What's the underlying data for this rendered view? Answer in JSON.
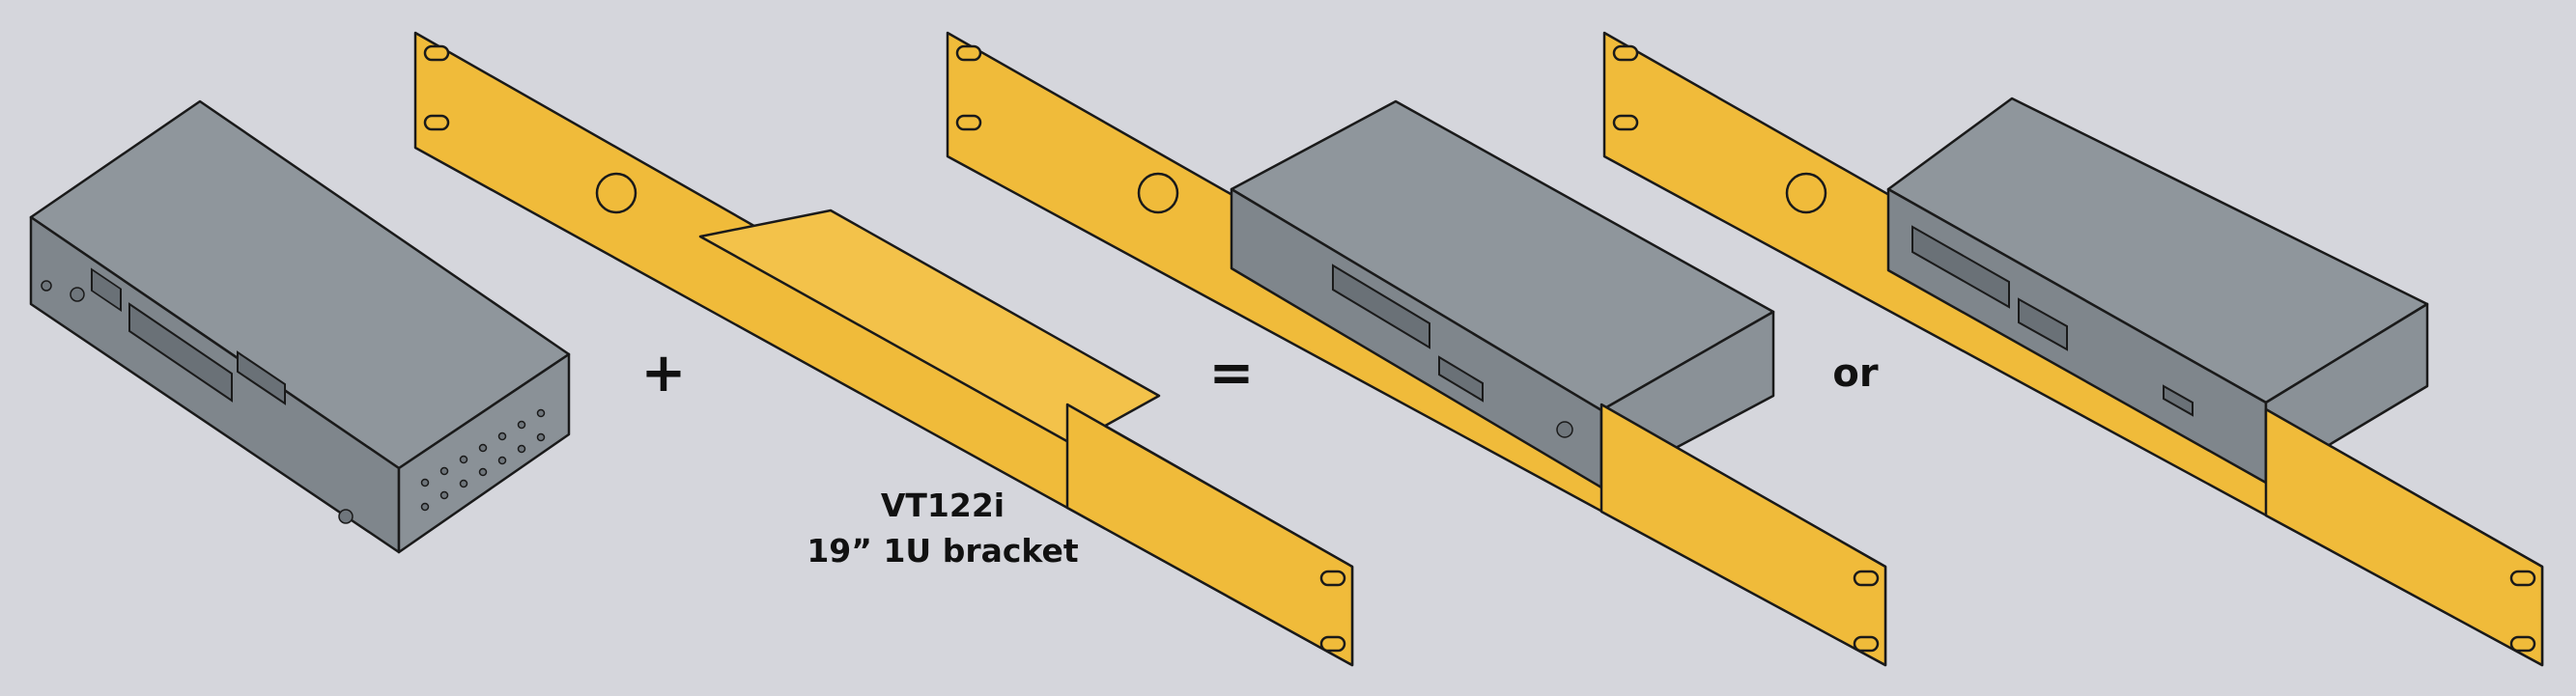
{
  "diagram": {
    "operators": {
      "plus": "+",
      "equals": "=",
      "or": "or"
    },
    "bracket_label": {
      "line1": "VT122i",
      "line2": "19” 1U bracket"
    },
    "colors": {
      "background": "#d5d6dc",
      "bracket": "#f0bb3a",
      "device": "#8f969c"
    }
  }
}
